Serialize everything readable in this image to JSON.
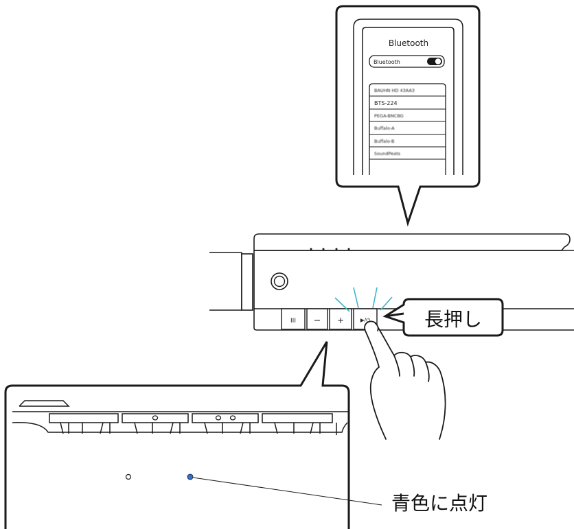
{
  "phone": {
    "title": "Bluetooth",
    "toggle_label": "Bluetooth",
    "toggle_state": "on",
    "devices": [
      {
        "name": "BAUHN HD 43AA3",
        "legible": false
      },
      {
        "name": "BTS-224",
        "legible": true
      },
      {
        "name": "PEGA-BNCBG",
        "legible": false
      },
      {
        "name": "Buffalo-A",
        "legible": false
      },
      {
        "name": "Buffalo-B",
        "legible": false
      },
      {
        "name": "SoundPeats",
        "legible": false
      }
    ]
  },
  "device": {
    "buttons": [
      {
        "label": "III",
        "icon": "bars-icon"
      },
      {
        "label": "−",
        "icon": "minus-icon"
      },
      {
        "label": "+",
        "icon": "plus-icon"
      },
      {
        "label": "▶/⏻",
        "icon": "play-power-icon"
      }
    ]
  },
  "callouts": {
    "long_press": "長押し",
    "led_label": "青色に点灯"
  },
  "colors": {
    "line": "#1a1a1a",
    "led_blue": "#2f6fd6",
    "glow": "#3bb6c6"
  }
}
